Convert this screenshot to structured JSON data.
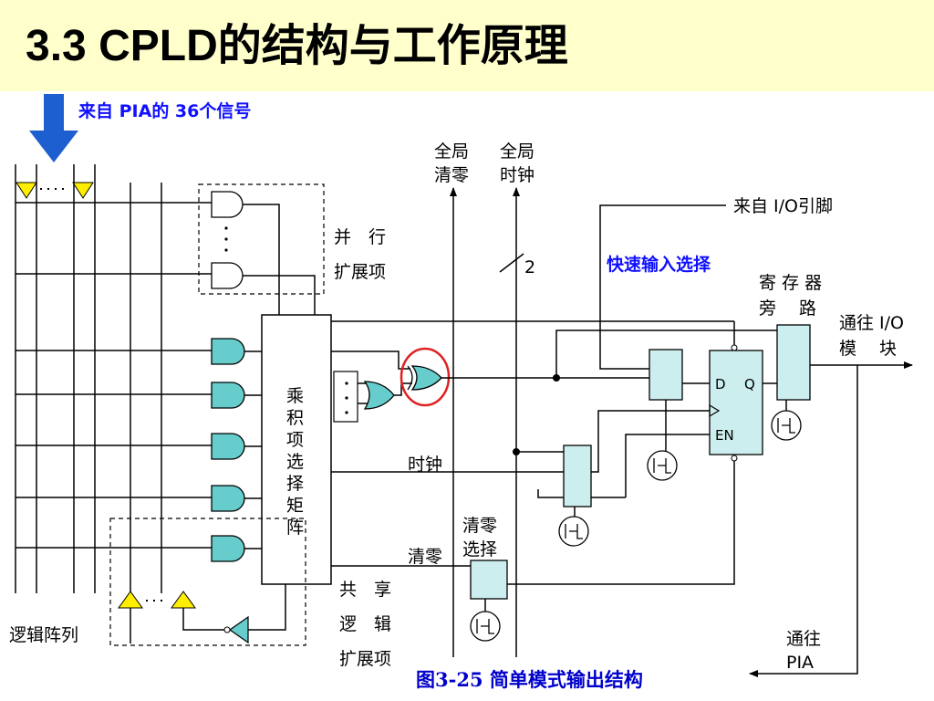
{
  "slide": {
    "title": "3.3  CPLD的结构与工作原理",
    "caption": "图3-25 简单模式输出结构"
  },
  "labels": {
    "pia_input": "来自 PIA的 36个信号",
    "global_clear_1": "全局",
    "global_clear_2": "清零",
    "global_clock_1": "全局",
    "global_clock_2": "时钟",
    "io_pin": "来自 I/O引脚",
    "parallel_1": "并　行",
    "parallel_2": "扩展项",
    "bus_width": "2",
    "fast_input": "快速输入选择",
    "reg_bypass_1": "寄 存 器",
    "reg_bypass_2": "旁　 路",
    "to_io_1": "通往 I/O",
    "to_io_2": "模　 块",
    "matrix_chars": [
      "乘",
      "积",
      "项",
      "选",
      "择",
      "矩",
      "阵"
    ],
    "clock": "时钟",
    "clear": "清零",
    "clear_sel_1": "清零",
    "clear_sel_2": "选择",
    "shared_1": "共　享",
    "shared_2": "逻　辑",
    "shared_3": "扩展项",
    "logic_array": "逻辑阵列",
    "to_pia_1": "通往",
    "to_pia_2": "PIA",
    "ff_d": "D",
    "ff_q": "Q",
    "ff_en": "EN"
  },
  "colors": {
    "title_bg": "#ffffcc",
    "gate_fill": "#66cccc",
    "box_fill": "#cceeee",
    "arrow_blue": "#1e5fd0",
    "highlight_red": "#e02020",
    "buffer_yellow": "#ffee00",
    "caption_blue": "#0000cc"
  }
}
